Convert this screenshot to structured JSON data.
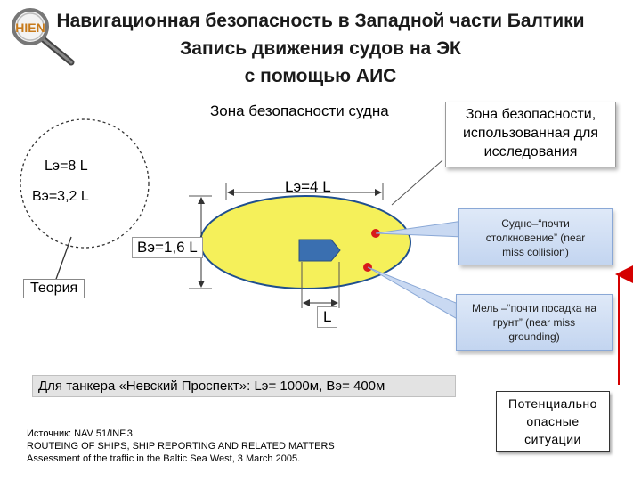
{
  "title": {
    "line1": "Навигационная безопасность в Западной части Балтики",
    "line2": "Запись движения судов на ЭК",
    "line3": "с помощью АИС"
  },
  "logo": {
    "text": "HIEN"
  },
  "zone_ship_label": "Зона безопасности судна",
  "research_zone": {
    "line1": "Зона безопасности,",
    "line2": "использованная для",
    "line3": "исследования"
  },
  "theory": {
    "length_label": "Lэ=8 L",
    "width_label": "Bэ=3,2 L",
    "box_label": "Теория"
  },
  "research_length_label": "Lэ=4 L",
  "research_width_label": "Bэ=1,6 L",
  "ship_length_label": "L",
  "callouts": {
    "near_collision": {
      "line1": "Судно–“почти",
      "line2": "столкновение” (near",
      "line3": "miss collision)"
    },
    "near_grounding": {
      "line1": "Мель –“почти посадка на",
      "line2": "грунт” (near miss",
      "line3": "grounding)"
    }
  },
  "tanker_text": "Для танкера «Невский Проспект»: Lэ= 1000м, Bэ= 400м",
  "source": {
    "line1": "Источник: NAV 51/INF.3",
    "line2": "ROUTEING OF SHIPS, SHIP REPORTING AND RELATED MATTERS",
    "line3": "Assessment of the traffic in the Baltic Sea West, 3 March 2005."
  },
  "potential": {
    "line1": "Потенциально",
    "line2": "опасные",
    "line3": "ситуации"
  },
  "colors": {
    "ellipse_fill": "#f5f05a",
    "ellipse_stroke": "#1f4f8f",
    "ship_fill": "#3a6fb0",
    "danger_dot": "#d81a1a",
    "arrow_red": "#d40000"
  }
}
